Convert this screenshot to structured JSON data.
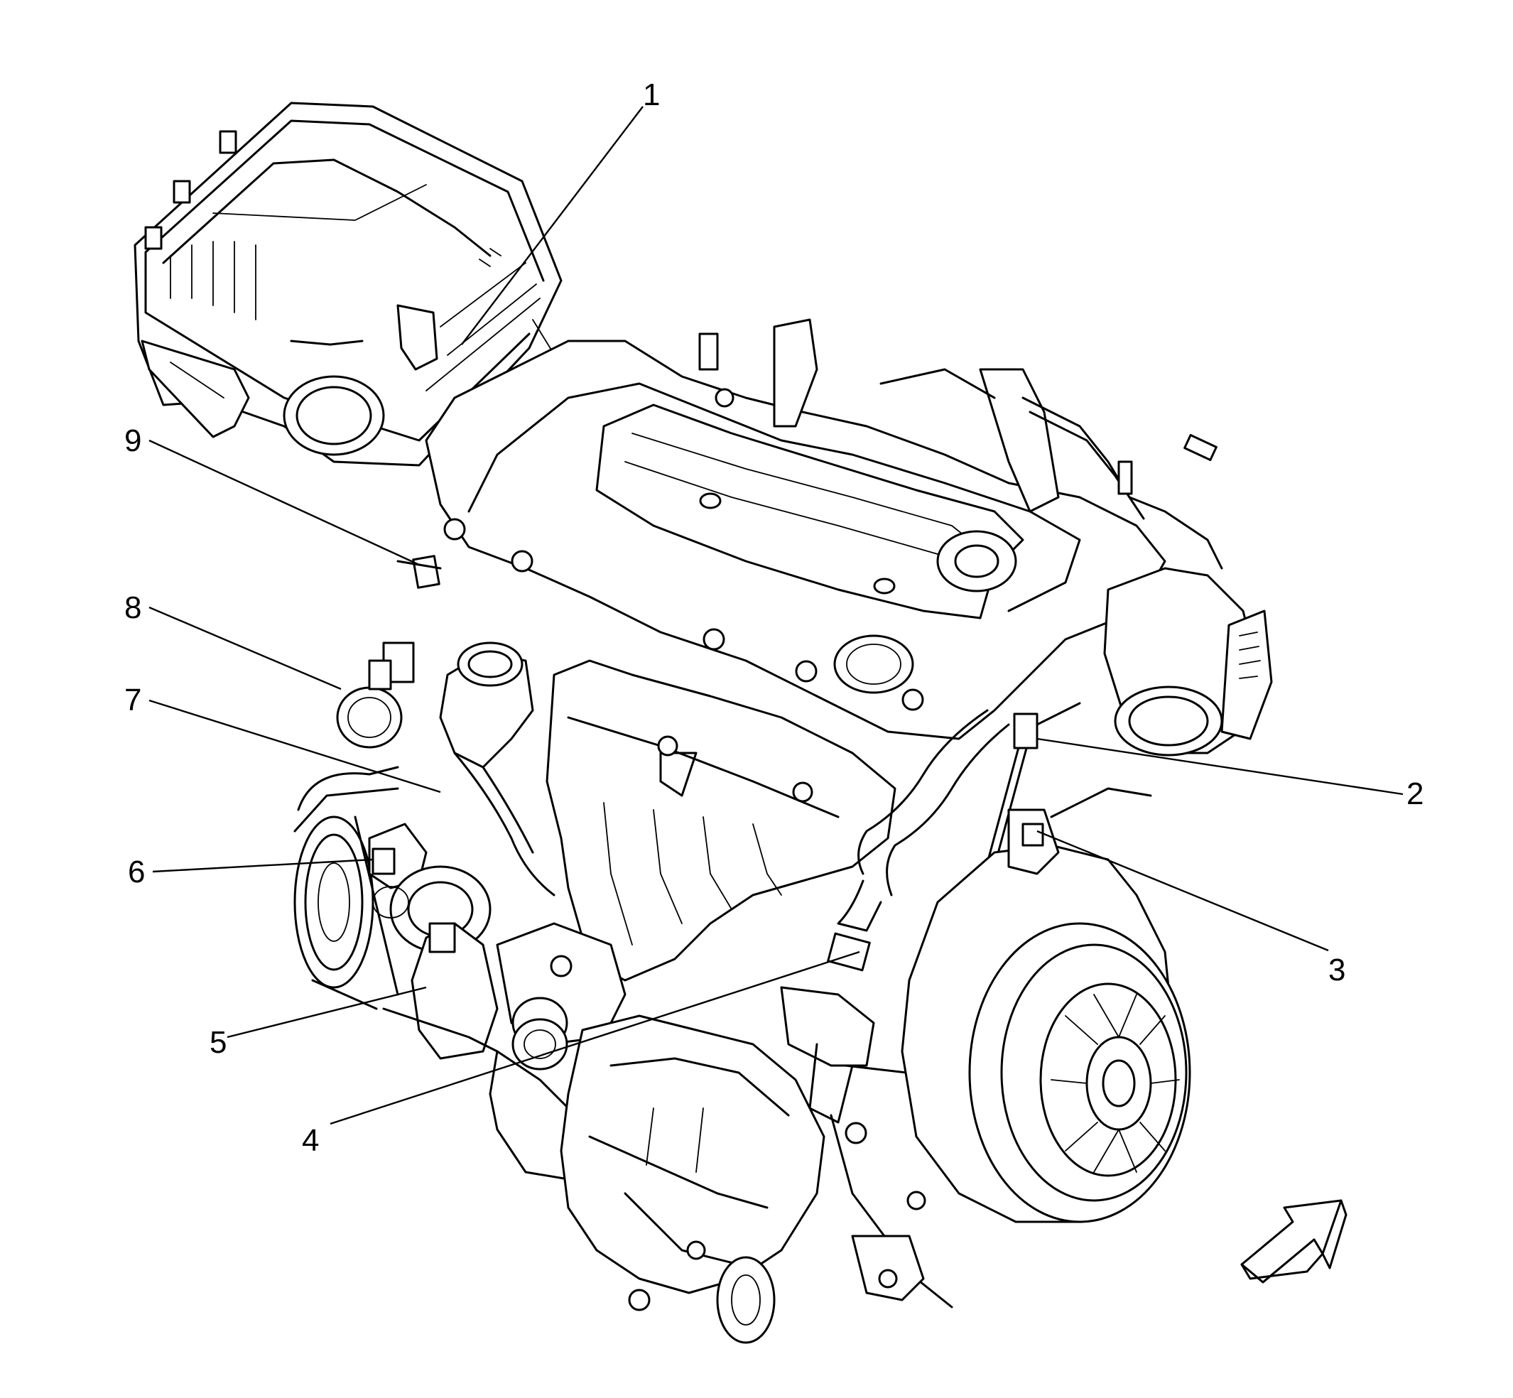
{
  "callouts": [
    {
      "id": "1",
      "label": "1"
    },
    {
      "id": "2",
      "label": "2"
    },
    {
      "id": "3",
      "label": "3"
    },
    {
      "id": "4",
      "label": "4"
    },
    {
      "id": "5",
      "label": "5"
    },
    {
      "id": "6",
      "label": "6"
    },
    {
      "id": "7",
      "label": "7"
    },
    {
      "id": "8",
      "label": "8"
    },
    {
      "id": "9",
      "label": "9"
    }
  ],
  "components": {
    "air_cleaner": "air-cleaner-assembly",
    "engine": "engine-assembly",
    "direction_arrow": "direction-arrow-icon"
  },
  "colors": {
    "ink": "#000000",
    "background": "#ffffff"
  }
}
